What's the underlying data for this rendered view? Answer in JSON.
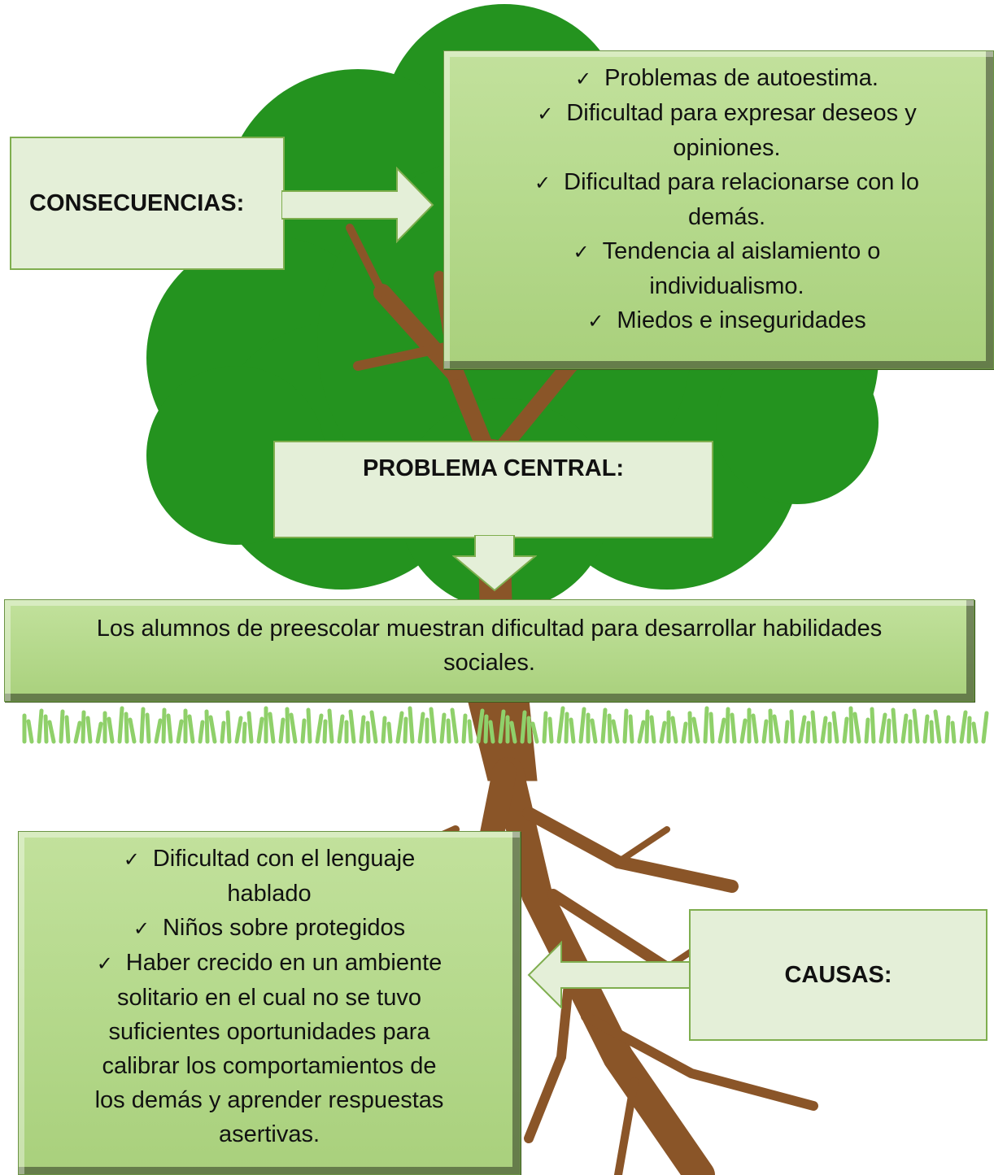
{
  "consequences": {
    "label": "CONSECUENCIAS:",
    "items": [
      [
        "Problemas de autoestima."
      ],
      [
        "Dificultad para expresar deseos y",
        "opiniones."
      ],
      [
        "Dificultad para relacionarse con lo",
        "demás."
      ],
      [
        "Tendencia al aislamiento o",
        "individualismo."
      ],
      [
        "Miedos e inseguridades"
      ]
    ]
  },
  "central": {
    "label": "PROBLEMA CENTRAL:",
    "statement": [
      "Los alumnos de preescolar muestran dificultad para desarrollar habilidades",
      "sociales."
    ]
  },
  "causes": {
    "label": "CAUSAS:",
    "items": [
      [
        "Dificultad con el lenguaje",
        "hablado"
      ],
      [
        "Niños sobre protegidos"
      ],
      [
        "Haber crecido en un ambiente",
        "solitario en el cual no se tuvo",
        "suficientes oportunidades para",
        "calibrar los comportamientos de",
        "los demás y aprender respuestas",
        "asertivas."
      ]
    ]
  },
  "check_glyph": "✓",
  "colors": {
    "canopy": "#24931f",
    "trunk": "#8a5528",
    "grass": "#8fd06a",
    "box_fill": "#b5d98c",
    "pale_fill": "#e4efd8"
  }
}
